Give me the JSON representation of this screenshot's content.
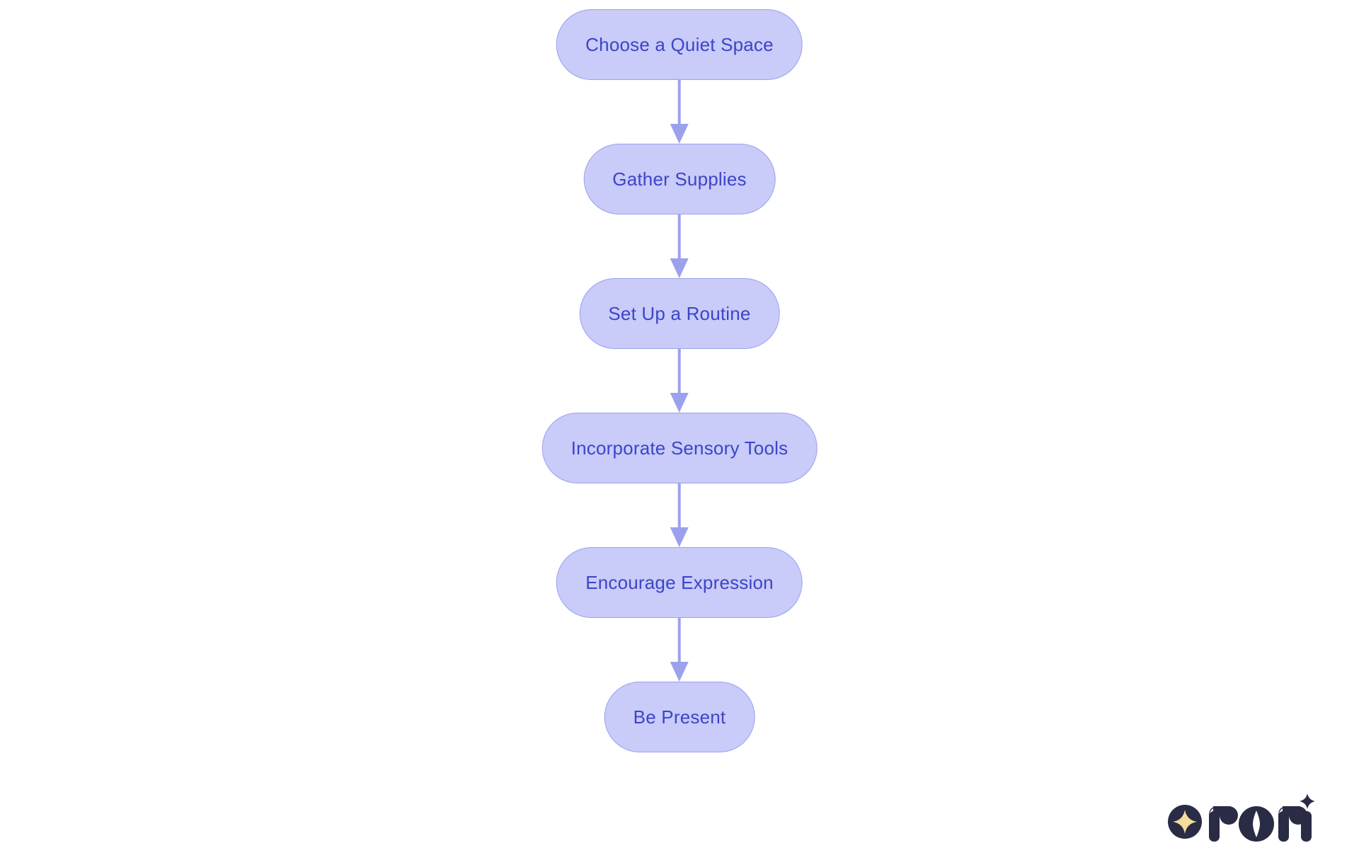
{
  "flowchart": {
    "nodes": [
      {
        "label": "Choose a Quiet Space"
      },
      {
        "label": "Gather Supplies"
      },
      {
        "label": "Set Up a Routine"
      },
      {
        "label": "Incorporate Sensory Tools"
      },
      {
        "label": "Encourage Expression"
      },
      {
        "label": "Be Present"
      }
    ],
    "colors": {
      "node_fill": "#C9CBF8",
      "node_border": "#9CA1ED",
      "node_text": "#3C45C8",
      "arrow": "#9CA1ED",
      "background": "#FFFFFF"
    }
  },
  "logo": {
    "brand": "rori",
    "icon": "sparkle-in-circle",
    "colors": {
      "navy": "#2A2B45",
      "gold": "#F4DC9A"
    }
  }
}
